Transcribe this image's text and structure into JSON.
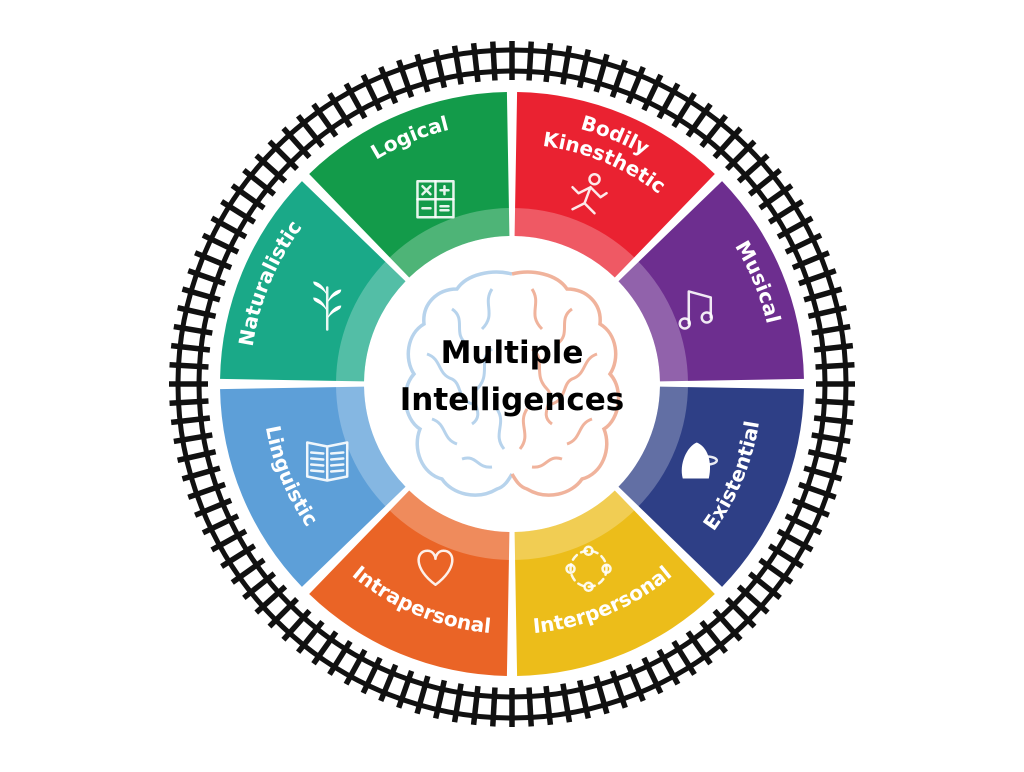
{
  "title": {
    "line1": "Multiple",
    "line2": "Intelligences"
  },
  "segments": [
    {
      "key": "bodily",
      "label": [
        "Bodily",
        "Kinesthetic"
      ],
      "color": "#ea2231",
      "icon": "running-person-icon"
    },
    {
      "key": "musical",
      "label": [
        "Musical"
      ],
      "color": "#6d2e8f",
      "icon": "music-note-icon"
    },
    {
      "key": "existential",
      "label": [
        "Existential"
      ],
      "color": "#2e3f86",
      "icon": "thinker-atom-icon"
    },
    {
      "key": "interpersonal",
      "label": [
        "Interpersonal"
      ],
      "color": "#ecbd1a",
      "icon": "people-circle-icon"
    },
    {
      "key": "intrapersonal",
      "label": [
        "Intrapersonal"
      ],
      "color": "#ea6426",
      "icon": "heart-icon"
    },
    {
      "key": "linguistic",
      "label": [
        "Linguistic"
      ],
      "color": "#5d9fd8",
      "icon": "open-book-icon"
    },
    {
      "key": "naturalistic",
      "label": [
        "Naturalistic"
      ],
      "color": "#1aa988",
      "icon": "leaf-branch-icon"
    },
    {
      "key": "logical",
      "label": [
        "Logical"
      ],
      "color": "#139b4a",
      "icon": "math-symbols-icon"
    }
  ],
  "colors": {
    "track": "#111111",
    "brain_left": "#b7d3ec",
    "brain_right": "#f0b39c",
    "center": "#ffffff"
  }
}
